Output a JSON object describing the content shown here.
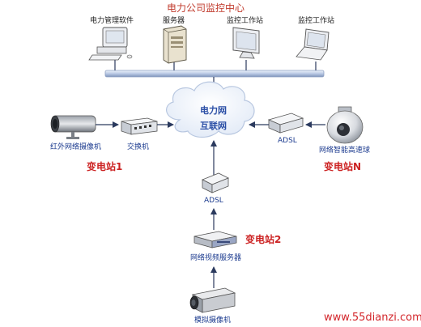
{
  "title": "电力公司监控中心",
  "top_devices": [
    {
      "label": "电力管理软件",
      "icon": "desktop-pc-icon"
    },
    {
      "label": "服务器",
      "icon": "server-tower-icon"
    },
    {
      "label": "监控工作站",
      "icon": "monitor-workstation-icon"
    },
    {
      "label": "监控工作站",
      "icon": "laptop-icon"
    }
  ],
  "cloud": {
    "line1": "电力网",
    "line2": "互联网"
  },
  "left": {
    "camera_label": "红外网络摄像机",
    "switch_label": "交换机",
    "station_label": "变电站1"
  },
  "right": {
    "adsl_label": "ADSL",
    "camera_label": "网络智能高速球",
    "station_label": "变电站N"
  },
  "bottom": {
    "adsl_label": "ADSL",
    "server_label": "网络视频服务器",
    "station_label": "变电站2",
    "camera_label": "模拟摄像机"
  },
  "watermark": "www.55dianzi.com",
  "colors": {
    "accent_red": "#c0392b",
    "label_blue": "#1c3b8f",
    "line_dark": "#2b3a5e",
    "bus_blue": "#cfdcf0"
  }
}
